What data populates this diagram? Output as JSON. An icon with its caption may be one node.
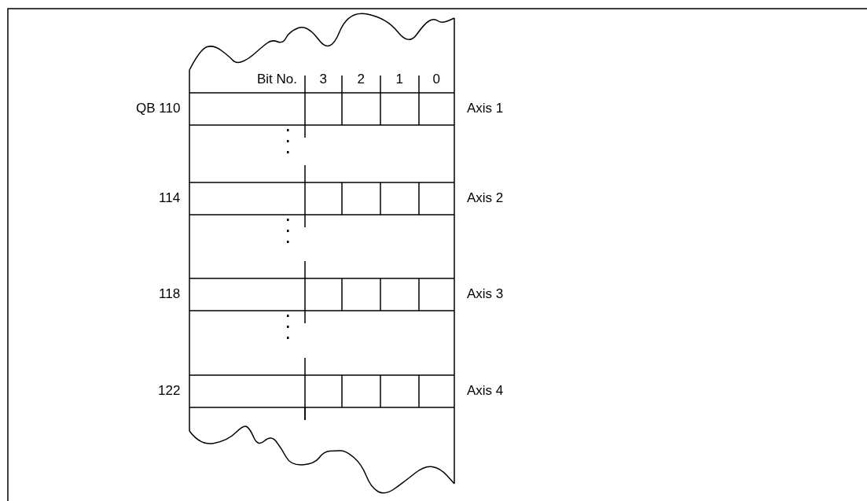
{
  "diagram": {
    "labels": [
      "Bit No.",
      "3",
      "2",
      "1",
      "0",
      "QB 110",
      "Axis 1",
      "114",
      "Axis 2",
      "118",
      "Axis 3",
      "122",
      "Axis 4"
    ]
  }
}
